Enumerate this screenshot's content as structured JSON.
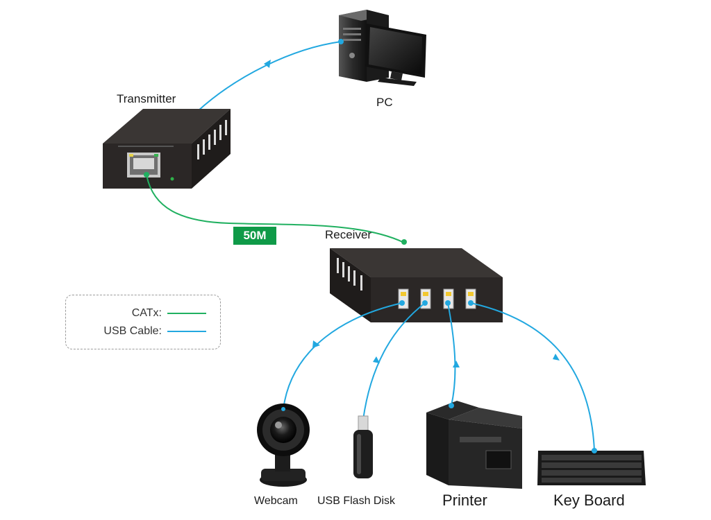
{
  "labels": {
    "transmitter": "Transmitter",
    "pc": "PC",
    "receiver": "Receiver",
    "distance": "50M",
    "webcam": "Webcam",
    "flash_disk": "USB Flash Disk",
    "printer": "Printer",
    "keyboard": "Key Board"
  },
  "legend": {
    "catx": {
      "label": "CATx:",
      "color": "#20b060"
    },
    "usb": {
      "label": "USB  Cable:",
      "color": "#22a8e0"
    }
  },
  "colors": {
    "device_body": "#2b2726",
    "catx_cable": "#20b060",
    "usb_cable": "#22a8e0",
    "badge": "#0f9a48"
  },
  "icons": [
    "pc-icon",
    "monitor-icon",
    "transmitter-device",
    "receiver-device",
    "webcam-icon",
    "usb-flash-disk-icon",
    "printer-icon",
    "keyboard-icon"
  ]
}
